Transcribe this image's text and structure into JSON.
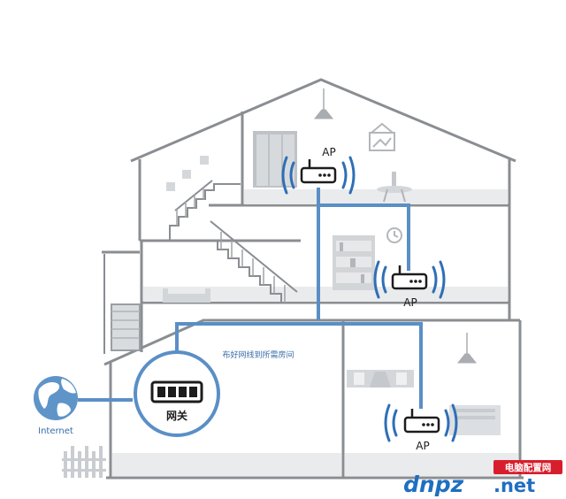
{
  "labels": {
    "ap_top": "AP",
    "ap_middle": "AP",
    "ap_bottom": "AP",
    "gateway": "网关",
    "internet": "Internet",
    "cable_note": "布好网线到所需房间"
  },
  "watermark": {
    "brand_left": "dnpz",
    "brand_right": ".net",
    "badge": "电脑配置网"
  },
  "colors": {
    "cable": "#5a8fc6",
    "house_line": "#8a8d91",
    "floor_fill": "#e9ebed",
    "device_stroke": "#1c1c1c",
    "signal": "#2f6fb5",
    "watermark_blue": "#1f6fc1",
    "watermark_badge": "#d81e2c"
  }
}
